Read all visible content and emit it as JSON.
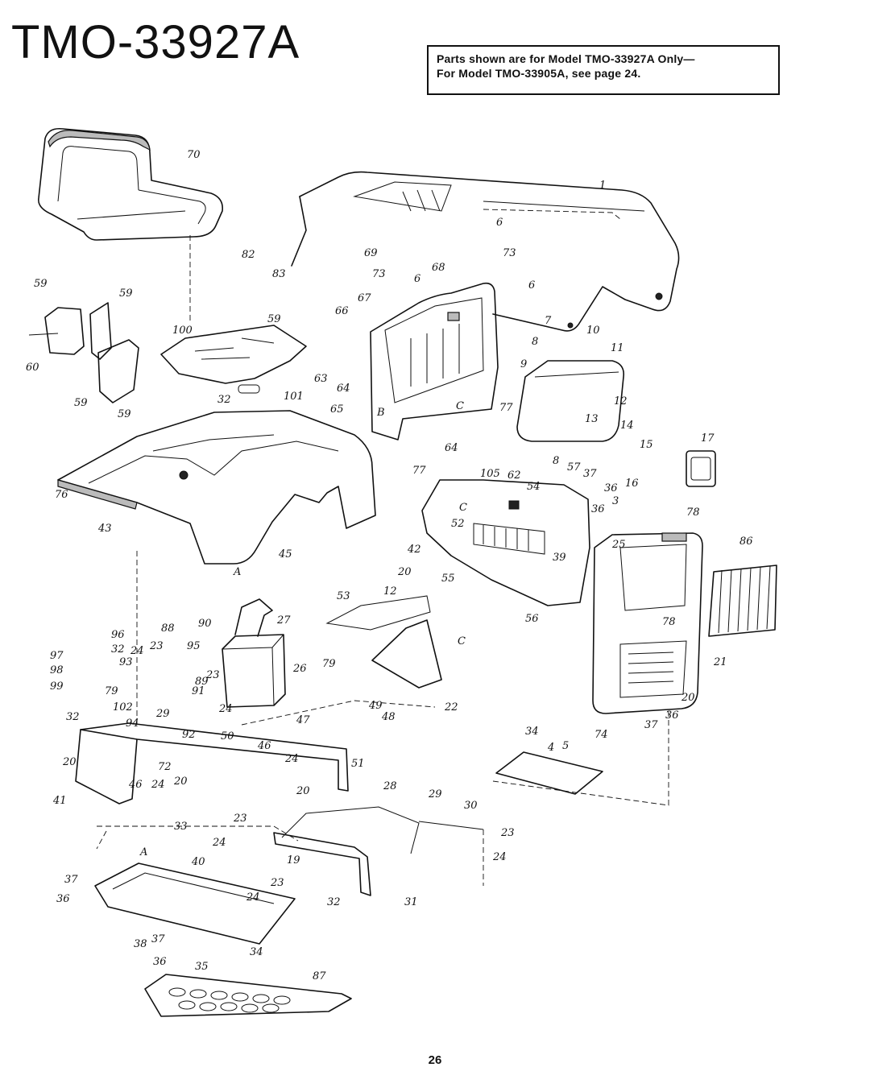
{
  "title": "TMO-33927A",
  "notice": {
    "line1": "Parts shown are for Model TMO-33927A Only—",
    "line2": "For Model TMO-33905A, see page 24."
  },
  "page_number": "26",
  "callouts": {
    "c70": "70",
    "c1": "1",
    "c82": "82",
    "c83": "83",
    "c69": "69",
    "c6a": "6",
    "c73a": "73",
    "c73b": "73",
    "c6b": "6",
    "c68": "68",
    "c6c": "6",
    "c67": "67",
    "c66": "66",
    "c59e": "59",
    "c7": "7",
    "c8": "8",
    "c9": "9",
    "c10": "10",
    "c11": "11",
    "c12": "12",
    "c13": "13",
    "c14": "14",
    "c59a": "59",
    "c59b": "59",
    "c60": "60",
    "c59c": "59",
    "c59d": "59",
    "c100": "100",
    "c63": "63",
    "c64a": "64",
    "c101": "101",
    "c65": "65",
    "cB": "B",
    "cCa": "C",
    "c64b": "64",
    "c77a": "77",
    "c32a": "32",
    "c15": "15",
    "c17": "17",
    "c16": "16",
    "c77b": "77",
    "c105": "105",
    "c62": "62",
    "c8b": "8",
    "c57": "57",
    "c37a": "37",
    "c54": "54",
    "c36a": "36",
    "cCb": "C",
    "c36b": "36",
    "c3": "3",
    "c52": "52",
    "c78a": "78",
    "c86": "86",
    "c76": "76",
    "c43": "43",
    "c42": "42",
    "c39": "39",
    "c25": "25",
    "c45": "45",
    "cAa": "A",
    "c20a": "20",
    "c55": "55",
    "c53": "53",
    "c12b": "12",
    "c56": "56",
    "c78b": "78",
    "c27": "27",
    "c90": "90",
    "c96": "96",
    "c88": "88",
    "c97": "97",
    "c32b": "32",
    "c24a": "24",
    "c23a": "23",
    "c95": "95",
    "c98": "98",
    "c93": "93",
    "c26": "26",
    "c79a": "79",
    "cCc": "C",
    "c99": "99",
    "c89": "89",
    "c23b": "23",
    "c91": "91",
    "c21": "21",
    "c79b": "79",
    "c24b": "24",
    "c102": "102",
    "c29a": "29",
    "c49": "49",
    "c48": "48",
    "c47": "47",
    "c22": "22",
    "c20b": "20",
    "c32c": "32",
    "c94": "94",
    "c92": "92",
    "c50": "50",
    "c36c": "36",
    "c37b": "37",
    "c34a": "34",
    "c74": "74",
    "c4": "4",
    "c5": "5",
    "c46a": "46",
    "c24c": "24",
    "c20c": "20",
    "c72": "72",
    "c51": "51",
    "c46b": "46",
    "c24d": "24",
    "c20d": "20",
    "c41": "41",
    "c20e": "20",
    "c28": "28",
    "c29b": "29",
    "c30": "30",
    "c33": "33",
    "c23c": "23",
    "c23d": "23",
    "c24e": "24",
    "c24f": "24",
    "cAb": "A",
    "c40": "40",
    "c19": "19",
    "c37c": "37",
    "c36d": "36",
    "c24g": "24",
    "c23e": "23",
    "c32d": "32",
    "c31": "31",
    "c38": "38",
    "c37d": "37",
    "c34b": "34",
    "c36e": "36",
    "c35": "35",
    "c87": "87"
  }
}
